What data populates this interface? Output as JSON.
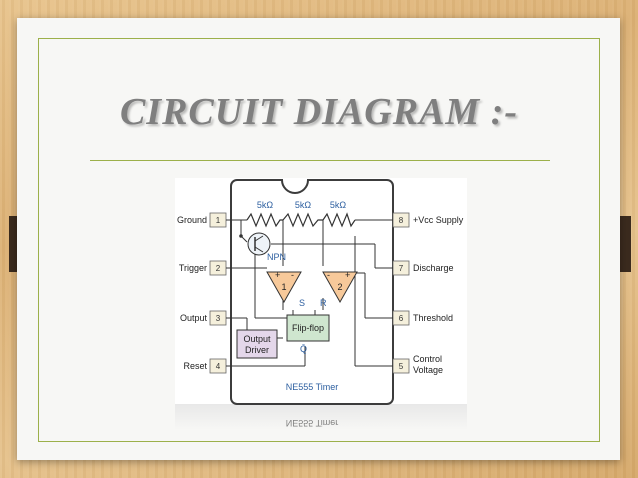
{
  "slide": {
    "title": "CIRCUIT DIAGRAM :-"
  },
  "diagram": {
    "chip_name": "NE555 Timer",
    "resistors": [
      "5kΩ",
      "5kΩ",
      "5kΩ"
    ],
    "transistor_label": "NPN",
    "comparators": [
      {
        "number": "1",
        "plus": "+",
        "minus": "-"
      },
      {
        "number": "2",
        "plus": "+",
        "minus": "-"
      }
    ],
    "flipflop": {
      "label": "Flip-flop",
      "s": "S",
      "r": "R",
      "q": "Q̄"
    },
    "output_driver": [
      "Output",
      "Driver"
    ],
    "left_pins": [
      {
        "number": "1",
        "label": "Ground"
      },
      {
        "number": "2",
        "label": "Trigger"
      },
      {
        "number": "3",
        "label": "Output"
      },
      {
        "number": "4",
        "label": "Reset"
      }
    ],
    "right_pins": [
      {
        "number": "8",
        "label": "+Vcc Supply"
      },
      {
        "number": "7",
        "label": "Discharge"
      },
      {
        "number": "6",
        "label": "Threshold"
      },
      {
        "number": "5",
        "label": [
          "Control",
          "Voltage"
        ]
      }
    ],
    "reflection_text": "NE555 Timer"
  },
  "colors": {
    "wood": "#dcb175",
    "slide_bg": "#f7f7f5",
    "border_green": "#9cb04a",
    "title_gray": "#7f7f7f",
    "chip_border": "#3c3c3c",
    "opamp_fill": "#f7c99a",
    "flipflop_fill": "#cfe6cf",
    "driver_fill": "#e4d7ea",
    "text_blue": "#2d5fa0"
  }
}
